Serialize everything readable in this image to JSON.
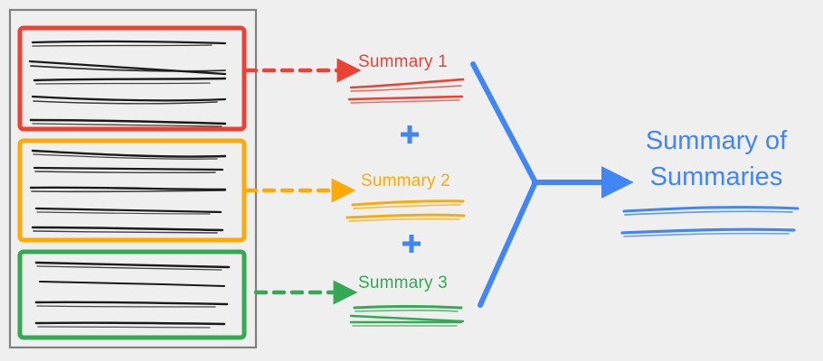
{
  "diagram": {
    "title_semantic": "hierarchical-summarization-flow",
    "background_color": "#efefef"
  },
  "document_panel": {
    "name": "source-document",
    "frame_color": "#808080",
    "sections": [
      {
        "id": "section-1",
        "color": "#ea4335",
        "color_name": "red",
        "line_count": 5,
        "label": "document-section-red"
      },
      {
        "id": "section-2",
        "color": "#fbaa07",
        "color_name": "amber",
        "line_count": 5,
        "label": "document-section-amber"
      },
      {
        "id": "section-3",
        "color": "#34a853",
        "color_name": "green",
        "line_count": 4,
        "label": "document-section-green"
      }
    ]
  },
  "summaries": [
    {
      "label": "Summary 1",
      "color": "#ea4335",
      "arrow": "dashed-arrow-red",
      "squiggle_lines": 2
    },
    {
      "label": "Summary 2",
      "color": "#fbaa07",
      "arrow": "dashed-arrow-amber",
      "squiggle_lines": 2
    },
    {
      "label": "Summary 3",
      "color": "#34a853",
      "arrow": "dashed-arrow-green",
      "squiggle_lines": 3
    }
  ],
  "operators": [
    {
      "symbol": "+",
      "color": "#4285f4",
      "name": "plus-operator-1"
    },
    {
      "symbol": "+",
      "color": "#4285f4",
      "name": "plus-operator-2"
    }
  ],
  "merge": {
    "name": "merge-connector",
    "color": "#4285f4",
    "shape": "y-junction-arrow"
  },
  "final_output": {
    "line1": "Summary of",
    "line2": "Summaries",
    "color": "#4285f4",
    "squiggle_lines": 2
  }
}
